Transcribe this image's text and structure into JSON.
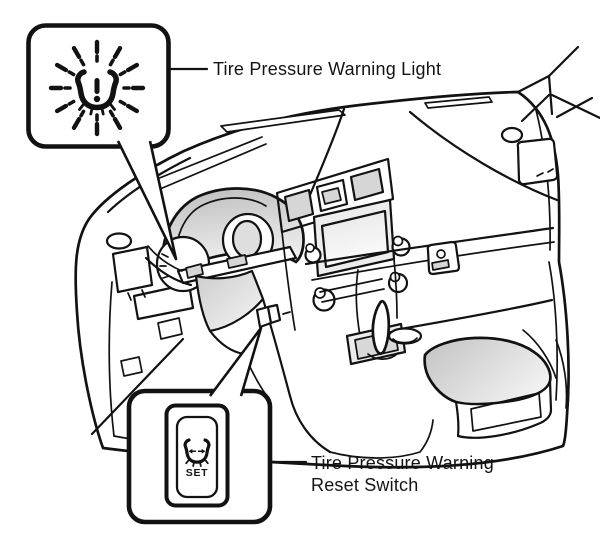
{
  "figure": {
    "description": "Owner-manual style line illustration of a vehicle dashboard",
    "background_color": "#ffffff",
    "line_color": "#121212",
    "shade_color": "#d9d9d9"
  },
  "callouts": {
    "warning_light": {
      "label": "Tire Pressure Warning Light",
      "icon": "tpms-warning-light-flashing"
    },
    "reset_switch": {
      "label_line1": "Tire Pressure Warning",
      "label_line2": "Reset Switch",
      "button_text": "SET",
      "icon": "tpms-reset-switch"
    }
  }
}
